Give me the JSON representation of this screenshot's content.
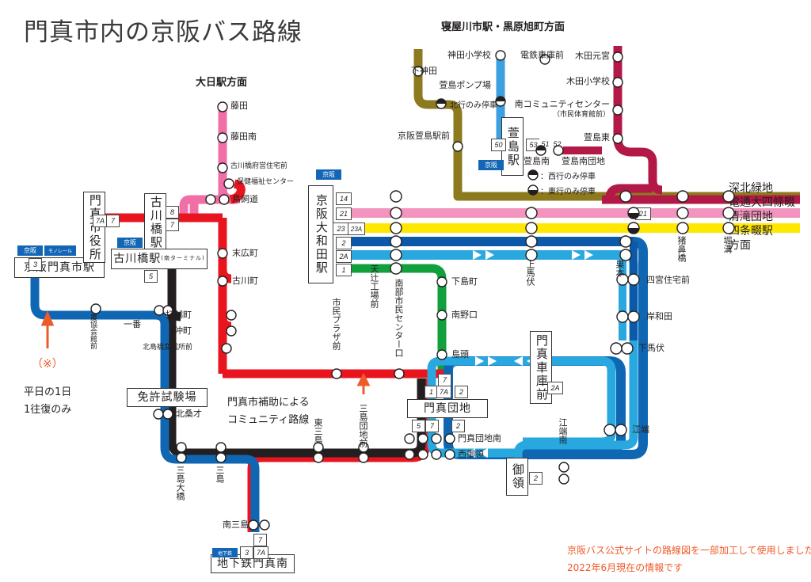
{
  "title": "門真市内の京阪バス路線",
  "colors": {
    "olive": "#8d7a1e",
    "pink": "#f294bd",
    "yellow": "#ffe800",
    "navy": "#0b59a8",
    "skyblue": "#29a8e0",
    "green": "#11a03c",
    "red": "#e8151f",
    "darkblue": "#0f67b4",
    "black": "#231f20",
    "crimson": "#b31946",
    "hotpink": "#ef6fa6",
    "orange": "#ef5a2a",
    "kh_blue": "#1266b5"
  },
  "directions": [
    {
      "id": "dainichi",
      "text": "大日駅方面"
    },
    {
      "id": "neyagawa",
      "text": "寝屋川市駅・黒原旭町方面"
    }
  ],
  "destination_block": {
    "lines": [
      "深北緑地",
      "電通大四條畷",
      "清滝団地",
      "四条畷駅",
      "方面"
    ]
  },
  "station_boxes": [
    {
      "id": "keihan-kadomashi",
      "label": "京阪門真市駅",
      "orient": "h"
    },
    {
      "id": "kadoma-shiyakusho",
      "label": "門真市役所",
      "orient": "v"
    },
    {
      "id": "furukawabashi",
      "label": "古川橋駅",
      "orient": "v"
    },
    {
      "id": "furukawabashi-s",
      "label": "古川橋駅",
      "sub": "(南ターミナル)",
      "orient": "h"
    },
    {
      "id": "keihan-yamatoda",
      "label": "京阪大和田駅",
      "orient": "v"
    },
    {
      "id": "kayashima",
      "label": "萱島駅",
      "orient": "v"
    },
    {
      "id": "menkyo",
      "label": "免許試験場",
      "orient": "h"
    },
    {
      "id": "kadoma-danchi",
      "label": "門真団地",
      "orient": "h"
    },
    {
      "id": "kadoma-shako",
      "label": "門真車庫前",
      "orient": "v"
    },
    {
      "id": "goryo",
      "label": "御領",
      "orient": "v"
    },
    {
      "id": "chikatetsu-kadomaminami",
      "label": "地下鉄門真南",
      "orient": "h"
    }
  ],
  "operator_tags": [
    {
      "id": "keihan-1",
      "text": "京阪"
    },
    {
      "id": "monorail-1",
      "text": "モノレール"
    },
    {
      "id": "keihan-2",
      "text": "京阪"
    },
    {
      "id": "keihan-3",
      "text": "京阪"
    },
    {
      "id": "keihan-4",
      "text": "京阪"
    },
    {
      "id": "subway-1",
      "text": "地下鉄"
    }
  ],
  "route_chips": [
    {
      "id": "c3",
      "text": "3"
    },
    {
      "id": "c7a-1",
      "text": "7A"
    },
    {
      "id": "c7-1",
      "text": "7"
    },
    {
      "id": "c8",
      "text": "8"
    },
    {
      "id": "c7-2",
      "text": "7"
    },
    {
      "id": "c5-1",
      "text": "5"
    },
    {
      "id": "c14",
      "text": "14"
    },
    {
      "id": "c21-1",
      "text": "21"
    },
    {
      "id": "c23",
      "text": "23"
    },
    {
      "id": "c23a",
      "text": "23A"
    },
    {
      "id": "c2-1",
      "text": "2"
    },
    {
      "id": "c2a-1",
      "text": "2A"
    },
    {
      "id": "c1-1",
      "text": "1"
    },
    {
      "id": "c50",
      "text": "50"
    },
    {
      "id": "c53",
      "text": "53"
    },
    {
      "id": "c51",
      "text": "51"
    },
    {
      "id": "c52",
      "text": "52"
    },
    {
      "id": "c21-2",
      "text": "21"
    },
    {
      "id": "c7-3",
      "text": "7"
    },
    {
      "id": "c1-2",
      "text": "1"
    },
    {
      "id": "c7a-2",
      "text": "7A"
    },
    {
      "id": "c2-2",
      "text": "2"
    },
    {
      "id": "c5-2",
      "text": "5"
    },
    {
      "id": "c7-4",
      "text": "7"
    },
    {
      "id": "c2-3",
      "text": "2"
    },
    {
      "id": "c2a-2",
      "text": "2A"
    },
    {
      "id": "c2-4",
      "text": "2"
    },
    {
      "id": "c3-2",
      "text": "3"
    },
    {
      "id": "c7a-3",
      "text": "7A"
    },
    {
      "id": "c7-5",
      "text": "7"
    }
  ],
  "stations": [
    {
      "id": "fujita",
      "name": "藤田",
      "size": "s"
    },
    {
      "id": "fujita-minami",
      "name": "藤田南",
      "size": "s"
    },
    {
      "id": "furukawabashi-fuei",
      "name": "古川橋府営住宅前",
      "size": "xs"
    },
    {
      "id": "hoken-fukushi",
      "name": "保健福祉センター",
      "size": "xs"
    },
    {
      "id": "torikaimichi",
      "name": "鳥飼道",
      "size": "s"
    },
    {
      "id": "suehiromachi",
      "name": "末広町",
      "size": "s"
    },
    {
      "id": "furukawacho",
      "name": "古川町",
      "size": "s"
    },
    {
      "id": "uchikoshicho",
      "name": "打越町",
      "size": "s"
    },
    {
      "id": "okimachi",
      "name": "沖町",
      "size": "s"
    },
    {
      "id": "kitajimabashi",
      "name": "北島橋変電所前",
      "size": "xs"
    },
    {
      "id": "nokyo-kaikan",
      "name": "農協会館前",
      "size": "xs"
    },
    {
      "id": "ichiban",
      "name": "一番",
      "size": "s"
    },
    {
      "id": "kitakuwazai",
      "name": "北桑才",
      "size": "s"
    },
    {
      "id": "mishima-ohashi",
      "name": "三島大橋",
      "size": "s"
    },
    {
      "id": "mishima",
      "name": "三島",
      "size": "s"
    },
    {
      "id": "minami-mishima",
      "name": "南三島",
      "size": "s"
    },
    {
      "id": "higashi-mishima",
      "name": "東三島",
      "size": "s"
    },
    {
      "id": "mishima-danchimae",
      "name": "三島団地前",
      "size": "s"
    },
    {
      "id": "shimin-plaza",
      "name": "市民プラザ前",
      "size": "s"
    },
    {
      "id": "amatsuji",
      "name": "天辻工場前",
      "size": "s"
    },
    {
      "id": "nanbu-shimin",
      "name": "南部市民センター口",
      "size": "s"
    },
    {
      "id": "shimojimacho",
      "name": "下島町",
      "size": "s"
    },
    {
      "id": "minaminoguchi",
      "name": "南野口",
      "size": "s"
    },
    {
      "id": "shimagashira",
      "name": "島頭",
      "size": "s"
    },
    {
      "id": "shimokanda",
      "name": "下神田",
      "size": "s"
    },
    {
      "id": "kanda-shogakko",
      "name": "神田小学校",
      "size": "s"
    },
    {
      "id": "kayashima-pump",
      "name": "萱島ポンプ場",
      "size": "s"
    },
    {
      "id": "keihan-kayashima-ekimae",
      "name": "京阪萱島駅前",
      "size": "s"
    },
    {
      "id": "dentetsu-shako",
      "name": "電鉄車庫前",
      "size": "s"
    },
    {
      "id": "kida-motomiya",
      "name": "木田元宮",
      "size": "s"
    },
    {
      "id": "kida-shogakko",
      "name": "木田小学校",
      "size": "s"
    },
    {
      "id": "minami-community",
      "name": "南コミュニティセンター",
      "size": "s"
    },
    {
      "id": "shimin-taiikukan",
      "name": "（市民体育館前）",
      "size": "xs"
    },
    {
      "id": "kayashima-higashi",
      "name": "萱島東",
      "size": "s"
    },
    {
      "id": "kayashima-minami",
      "name": "萱島南",
      "size": "s"
    },
    {
      "id": "kayashima-minami-danchi",
      "name": "萱島南団地",
      "size": "s"
    },
    {
      "id": "kamimabuse",
      "name": "上馬伏",
      "size": "s"
    },
    {
      "id": "sumoto",
      "name": "巣本",
      "size": "s"
    },
    {
      "id": "inohanabashi",
      "name": "猪鼻橋",
      "size": "s"
    },
    {
      "id": "horimizo",
      "name": "堀溝",
      "size": "s"
    },
    {
      "id": "shinomiya",
      "name": "四宮住宅前",
      "size": "s"
    },
    {
      "id": "kishiwada",
      "name": "岸和田",
      "size": "s"
    },
    {
      "id": "shimomabuse",
      "name": "下馬伏",
      "size": "s"
    },
    {
      "id": "ebata",
      "name": "江端",
      "size": "s"
    },
    {
      "id": "ebata-minami",
      "name": "江端南",
      "size": "s"
    },
    {
      "id": "kadoma-danchi-minami",
      "name": "門真団地南",
      "size": "s"
    },
    {
      "id": "nishi-goryo",
      "name": "西御領",
      "size": "s"
    }
  ],
  "legend": {
    "hokkou": "北行のみ停車",
    "nishi": "：西行のみ停車",
    "higashi": "：東行のみ停車"
  },
  "annotations": {
    "asterisk": "（※）",
    "weekday_1": "平日の1日",
    "weekday_2": "1往復のみ",
    "community_1": "門真市補助による",
    "community_2": "コミュニティ路線",
    "source_1": "京阪バス公式サイトの路線図を一部加工して使用しました",
    "source_2": "2022年6月現在の情報です"
  }
}
